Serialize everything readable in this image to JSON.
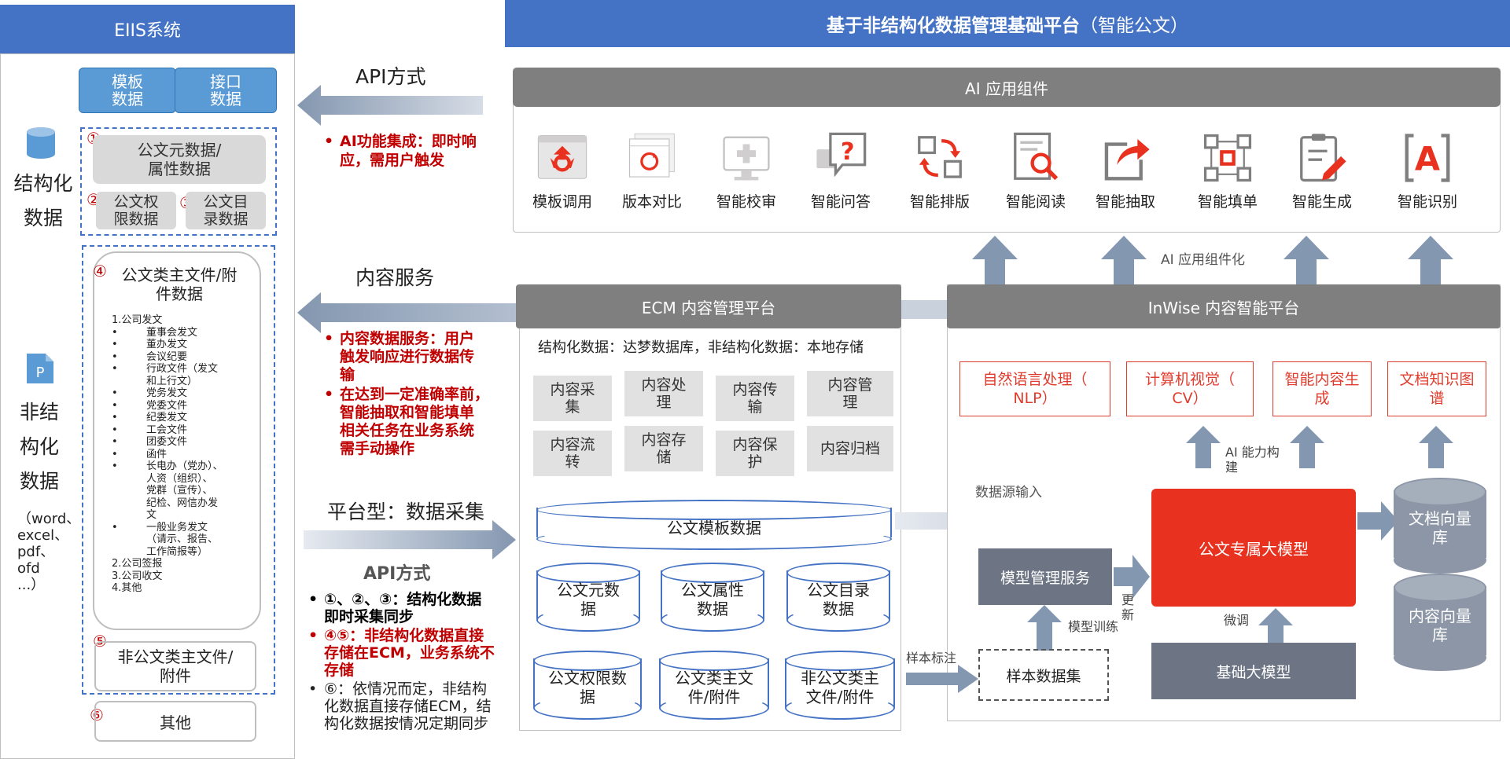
{
  "left": {
    "title": "EIIS系统",
    "btn_template": "模板\n数据",
    "btn_interface": "接口\n数据",
    "structured_label": "结构化\n数据",
    "unstructured_label": "非结\n构化\n数据",
    "unstructured_formats": "（word、\nexcel、\npdf、\nofd\n...）",
    "n1": "①",
    "n2": "②",
    "n3": "③",
    "n4": "④",
    "n5": "⑤",
    "n6": "⑥",
    "box1": "公文元数据/\n属性数据",
    "box2": "公文权\n限数据",
    "box3": "公文目\n录数据",
    "box4_title": "公文类主文件/附\n件数据",
    "doc_list": {
      "h1": "1.公司发文",
      "items1": [
        "董事会发文",
        "董办发文",
        "会议纪要",
        "行政文件（发文\n和上行文）",
        "党务发文",
        "党委文件",
        "纪委发文",
        "工会文件",
        "团委文件",
        "函件",
        "长电办（党办）、\n人资（组织）、\n党群（宣传）、\n纪检、网信办发\n文"
      ],
      "item_last": "一般业务发文\n（请示、报告、\n工作简报等）",
      "h2": "2.公司签报",
      "h3": "3.公司收文",
      "h4": "4.其他"
    },
    "box5": "非公文类主文件/\n附件",
    "box6": "其他"
  },
  "middle": {
    "api_title": "API方式",
    "api_note": "AI功能集成：即时响\n应，需用户触发",
    "content_title": "内容服务",
    "content_notes": [
      "内容数据服务：用户\n触发响应进行数据传\n输",
      "在达到一定准确率前，\n智能抽取和智能填单\n相关任务在业务系统\n需手动操作"
    ],
    "platform_title": "平台型：数据采集",
    "api2_title": "API方式",
    "api2_notes": [
      {
        "text": "①、②、③：结构化数据\n即时采集同步",
        "color": "#000000"
      },
      {
        "text": "④⑤：非结构化数据直接\n存储在ECM，业务系统不\n存储",
        "color": "#c00000"
      },
      {
        "text": "⑥：依情况而定，非结构\n化数据直接存储ECM，结\n构化数据按情况定期同步",
        "color": "#222222"
      }
    ]
  },
  "top": {
    "banner_main": "基于非结构化数据管理基础平台",
    "banner_sub": "（智能公文）",
    "ai_bar": "AI 应用组件",
    "components": [
      {
        "label": "模板调用",
        "icon": "template-call-icon"
      },
      {
        "label": "版本对比",
        "icon": "version-compare-icon"
      },
      {
        "label": "智能校审",
        "icon": "smart-review-icon"
      },
      {
        "label": "智能问答",
        "icon": "smart-qa-icon"
      },
      {
        "label": "智能排版",
        "icon": "smart-layout-icon"
      },
      {
        "label": "智能阅读",
        "icon": "smart-reading-icon"
      },
      {
        "label": "智能抽取",
        "icon": "smart-extract-icon"
      },
      {
        "label": "智能填单",
        "icon": "smart-form-icon"
      },
      {
        "label": "智能生成",
        "icon": "smart-generate-icon"
      },
      {
        "label": "智能识别",
        "icon": "smart-recognize-icon"
      }
    ],
    "componentize": "AI 应用组件化"
  },
  "ecm": {
    "title": "ECM 内容管理平台",
    "subtitle": "结构化数据：达梦数据库，非结构化数据：本地存储",
    "cells": [
      "内容采\n集",
      "内容处\n理",
      "内容传\n输",
      "内容管\n理",
      "内容流\n转",
      "内容存\n储",
      "内容保\n护",
      "内容归档"
    ],
    "template_db": "公文模板数据",
    "dbs": [
      "公文元数\n据",
      "公文属性\n数据",
      "公文目录\n数据",
      "公文权限数\n据",
      "公文类主文\n件/附件",
      "非公文类主\n文件/附件"
    ]
  },
  "inwise": {
    "title": "InWise 内容智能平台",
    "caps": [
      "自然语言处理（\nNLP）",
      "计算机视觉（\nCV）",
      "智能内容生\n成",
      "文档知识图\n谱"
    ],
    "ai_build": "AI 能力构\n建",
    "datasource": "数据源输入",
    "llm": "公文专属大模型",
    "model_mgmt": "模型管理服务",
    "update": "更\n新",
    "train": "模型训练",
    "finetune": "微调",
    "sample_label": "样本标注",
    "sample_set": "样本数据集",
    "base_model": "基础大模型",
    "vector_doc": "文档向量\n库",
    "vector_content": "内容向量\n库"
  }
}
